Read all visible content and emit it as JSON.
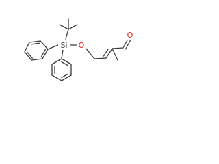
{
  "molecule": {
    "atoms": {
      "silicon": "Si",
      "ether_oxygen": "O",
      "aldehyde_oxygen": "O"
    },
    "colors": {
      "bond": "#3a3a3a",
      "oxygen": "#e2231a",
      "background": "#ffffff"
    }
  }
}
